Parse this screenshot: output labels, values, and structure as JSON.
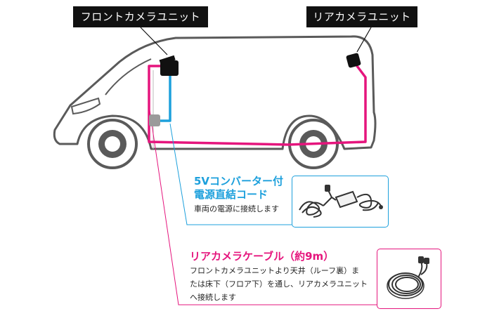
{
  "labels": {
    "front_unit": "フロントカメラユニット",
    "rear_unit": "リアカメラユニット"
  },
  "converter_cord": {
    "title_line1": "5Vコンバーター付",
    "title_line2": "電源直結コード",
    "description": "車両の電源に接続します"
  },
  "rear_cable": {
    "title": "リアカメラケーブル（約9m）",
    "description_line1": "フロントカメラユニットより天井（ルーフ裏）ま",
    "description_line2": "たは床下（フロア下）を通し、リアカメラユニット",
    "description_line3": "へ接続します"
  },
  "colors": {
    "rear_cable": "#e5157d",
    "power_cord": "#1da0dc",
    "label_background": "#111111",
    "car_outline": "#555555",
    "car_fill": "#ffffff"
  }
}
